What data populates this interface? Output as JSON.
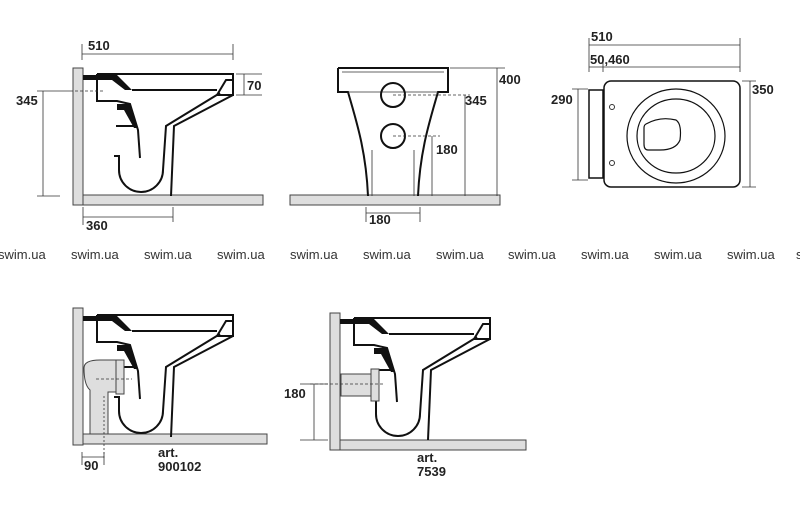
{
  "side_view": {
    "width_510": "510",
    "height_345": "345",
    "rim_70": "70",
    "outlet_360": "360"
  },
  "front_view": {
    "height_400": "400",
    "height_345": "345",
    "height_180": "180",
    "width_180": "180"
  },
  "top_view": {
    "length_510": "510",
    "offset_50_460": "50,460",
    "tank_290": "290",
    "width_350": "350"
  },
  "variant_a": {
    "offset_90": "90",
    "art_label": "art.",
    "art_number": "900102"
  },
  "variant_b": {
    "height_180": "180",
    "art_label": "art.",
    "art_number": "7539"
  },
  "watermark": {
    "text": "swim.ua"
  }
}
